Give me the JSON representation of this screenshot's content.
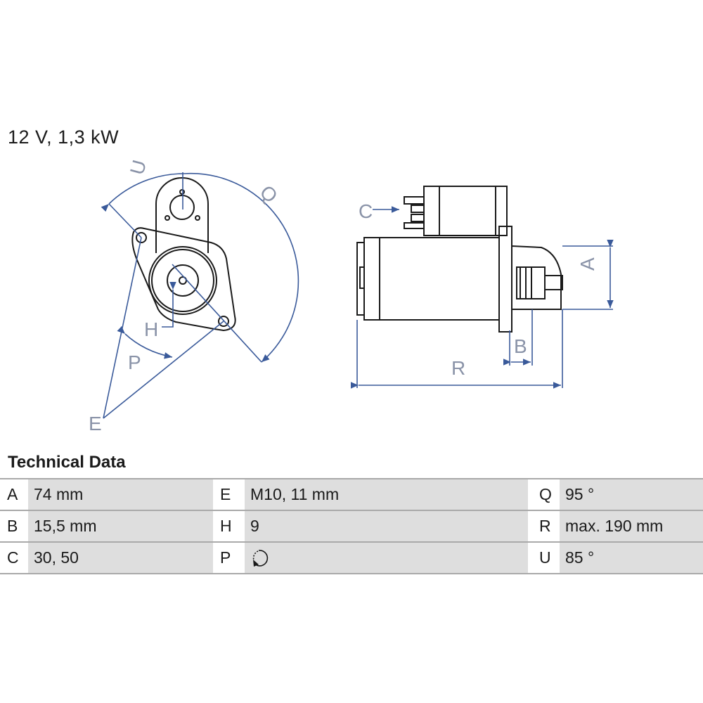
{
  "title": "12 V, 1,3 kW",
  "diagram_labels": {
    "U": "U",
    "Q": "Q",
    "H": "H",
    "P": "P",
    "E": "E",
    "C": "C",
    "A": "A",
    "B": "B",
    "R": "R"
  },
  "technical_data": {
    "heading": "Technical Data",
    "rows": [
      [
        {
          "k": "A",
          "v": "74 mm"
        },
        {
          "k": "E",
          "v": "M10, 11 mm"
        },
        {
          "k": "Q",
          "v": "95 °"
        }
      ],
      [
        {
          "k": "B",
          "v": "15,5 mm"
        },
        {
          "k": "H",
          "v": "9"
        },
        {
          "k": "R",
          "v": "max. 190 mm"
        }
      ],
      [
        {
          "k": "C",
          "v": "30, 50"
        },
        {
          "k": "P",
          "v": "rotation-direction-icon"
        },
        {
          "k": "U",
          "v": "85 °"
        }
      ]
    ]
  },
  "colors": {
    "dimension": "#3a5a9a",
    "outline": "#1a1a1a",
    "table_fill": "#dedede"
  }
}
